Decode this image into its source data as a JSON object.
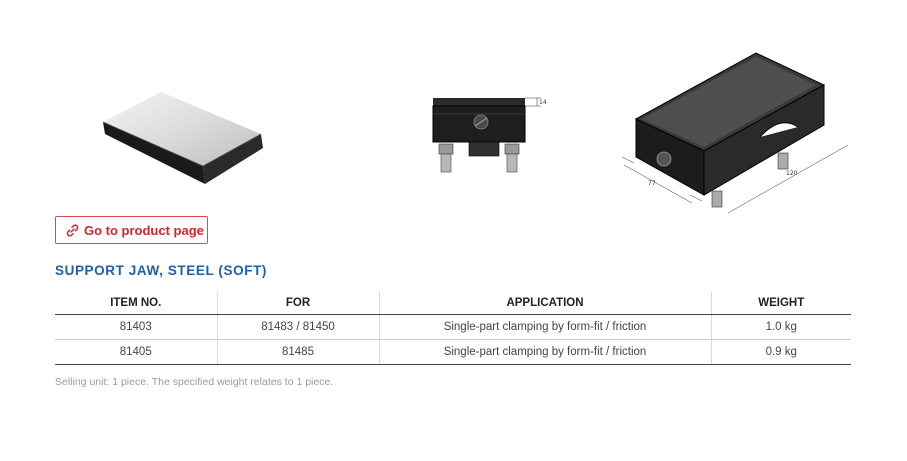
{
  "product_link": {
    "label": "Go to product page",
    "icon": "link-icon",
    "color": "#d8232a"
  },
  "section": {
    "title": "SUPPORT JAW, STEEL (SOFT)",
    "title_color": "#1f5fa8"
  },
  "table": {
    "headers": [
      "ITEM NO.",
      "FOR",
      "APPLICATION",
      "WEIGHT"
    ],
    "rows": [
      [
        "81403",
        "81483 / 81450",
        "Single-part clamping by form-fit / friction",
        "1.0 kg"
      ],
      [
        "81405",
        "81485",
        "Single-part clamping by form-fit / friction",
        "0.9 kg"
      ]
    ]
  },
  "footnote": "Selling unit: 1 piece. The specified weight relates to 1 piece.",
  "drawings": {
    "front_dim": "14",
    "iso_dim_width": "77",
    "iso_dim_length": "120"
  }
}
